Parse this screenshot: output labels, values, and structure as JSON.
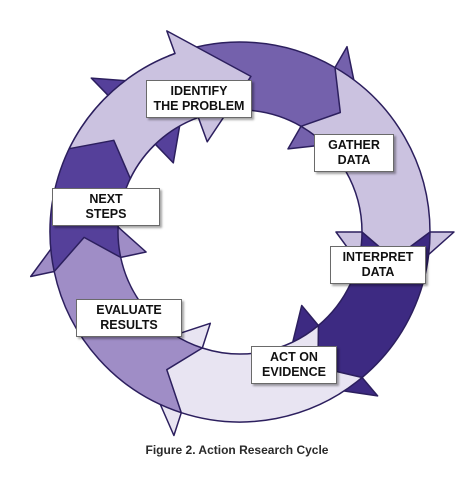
{
  "steps": [
    {
      "line1": "IDENTIFY",
      "line2": "THE PROBLEM"
    },
    {
      "line1": "GATHER",
      "line2": "DATA"
    },
    {
      "line1": "INTERPRET",
      "line2": "DATA"
    },
    {
      "line1": "ACT ON",
      "line2": "EVIDENCE"
    },
    {
      "line1": "EVALUATE",
      "line2": "RESULTS"
    },
    {
      "line1": "NEXT",
      "line2": "STEPS"
    }
  ],
  "caption": "Figure 2. Action Research Cycle",
  "colors": {
    "lightest": "#e8e4f2",
    "light": "#cbc2e0",
    "mid": "#9f8dc6",
    "medium": "#7461ac",
    "dark": "#55409a",
    "darkest": "#3d2a82",
    "outline": "#2c1f5e"
  }
}
